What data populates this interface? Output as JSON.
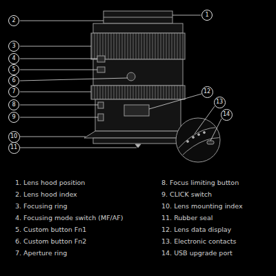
{
  "diagram": {
    "nodes": [
      {
        "text": [
          "1"
        ]
      },
      {
        "text": [
          "2"
        ]
      },
      {
        "text": [
          "3"
        ]
      },
      {
        "text": [
          "4"
        ]
      },
      {
        "text": [
          "5"
        ]
      },
      {
        "text": [
          "6"
        ]
      },
      {
        "text": [
          "7"
        ]
      },
      {
        "text": [
          "8"
        ]
      },
      {
        "text": [
          "9"
        ]
      },
      {
        "text": [
          "10"
        ]
      },
      {
        "text": [
          "11"
        ]
      },
      {
        "text": [
          "12"
        ]
      },
      {
        "text": [
          "13"
        ]
      },
      {
        "text": [
          "14"
        ]
      }
    ],
    "labels": [
      "1. Lens hood position",
      "2. Lens hood index",
      "3. Focusing ring",
      "4. Focusing mode switch (MF/AF)",
      "5. Custom button Fn1",
      "6. Custom button Fn2",
      "7. Aperture ring",
      "8. Focus limiting button",
      "9. CLICK switch",
      "10. Lens mounting index",
      "11. Rubber seal",
      "12. Lens data display",
      "13. Electronic contacts",
      "14. USB upgrade port"
    ]
  }
}
